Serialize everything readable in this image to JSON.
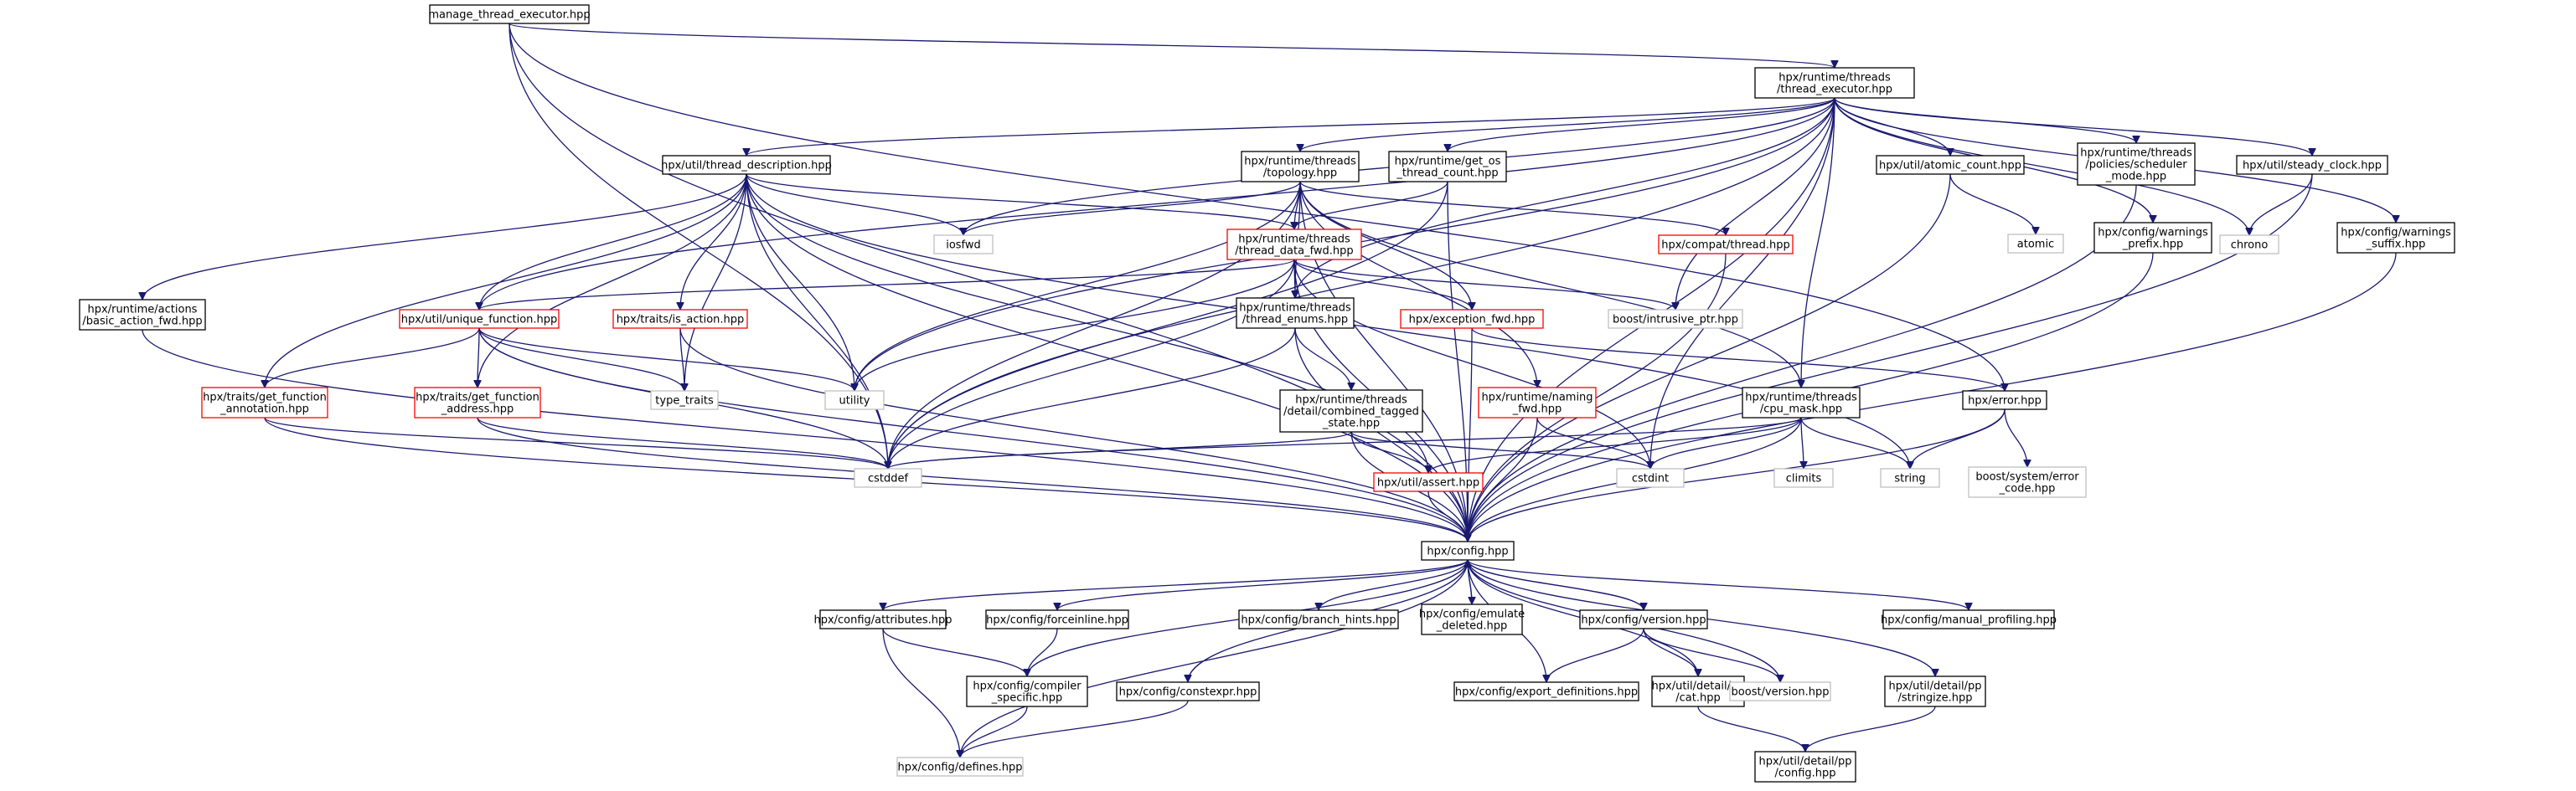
{
  "graph": {
    "nodes": [
      {
        "id": "root",
        "lines": [
          "manage_thread_executor.hpp"
        ],
        "style": "root"
      },
      {
        "id": "te",
        "lines": [
          "hpx/runtime/threads",
          "/thread_executor.hpp"
        ],
        "style": "normal"
      },
      {
        "id": "td",
        "lines": [
          "hpx/util/thread_description.hpp"
        ],
        "style": "normal"
      },
      {
        "id": "topo",
        "lines": [
          "hpx/runtime/threads",
          "/topology.hpp"
        ],
        "style": "normal"
      },
      {
        "id": "getos",
        "lines": [
          "hpx/runtime/get_os",
          "_thread_count.hpp"
        ],
        "style": "normal"
      },
      {
        "id": "atomic_count",
        "lines": [
          "hpx/util/atomic_count.hpp"
        ],
        "style": "normal"
      },
      {
        "id": "policies",
        "lines": [
          "hpx/runtime/threads",
          "/policies/scheduler",
          "_mode.hpp"
        ],
        "style": "normal"
      },
      {
        "id": "steady",
        "lines": [
          "hpx/util/steady_clock.hpp"
        ],
        "style": "normal"
      },
      {
        "id": "iosfwd",
        "lines": [
          "iosfwd"
        ],
        "style": "system"
      },
      {
        "id": "tdfwd",
        "lines": [
          "hpx/runtime/threads",
          "/thread_data_fwd.hpp"
        ],
        "style": "truncated"
      },
      {
        "id": "compat",
        "lines": [
          "hpx/compat/thread.hpp"
        ],
        "style": "truncated"
      },
      {
        "id": "atomic",
        "lines": [
          "atomic"
        ],
        "style": "system"
      },
      {
        "id": "wprefix",
        "lines": [
          "hpx/config/warnings",
          "_prefix.hpp"
        ],
        "style": "normal"
      },
      {
        "id": "chrono",
        "lines": [
          "chrono"
        ],
        "style": "system"
      },
      {
        "id": "wsuffix",
        "lines": [
          "hpx/config/warnings",
          "_suffix.hpp"
        ],
        "style": "normal"
      },
      {
        "id": "bafwd",
        "lines": [
          "hpx/runtime/actions",
          "/basic_action_fwd.hpp"
        ],
        "style": "normal"
      },
      {
        "id": "uf",
        "lines": [
          "hpx/util/unique_function.hpp"
        ],
        "style": "truncated"
      },
      {
        "id": "isaction",
        "lines": [
          "hpx/traits/is_action.hpp"
        ],
        "style": "truncated"
      },
      {
        "id": "tenums",
        "lines": [
          "hpx/runtime/threads",
          "/thread_enums.hpp"
        ],
        "style": "normal"
      },
      {
        "id": "excfwd",
        "lines": [
          "hpx/exception_fwd.hpp"
        ],
        "style": "truncated"
      },
      {
        "id": "intrusive",
        "lines": [
          "boost/intrusive_ptr.hpp"
        ],
        "style": "system"
      },
      {
        "id": "gfa",
        "lines": [
          "hpx/traits/get_function",
          "_annotation.hpp"
        ],
        "style": "truncated"
      },
      {
        "id": "gfad",
        "lines": [
          "hpx/traits/get_function",
          "_address.hpp"
        ],
        "style": "truncated"
      },
      {
        "id": "typetraits",
        "lines": [
          "type_traits"
        ],
        "style": "system"
      },
      {
        "id": "utility",
        "lines": [
          "utility"
        ],
        "style": "system"
      },
      {
        "id": "cts",
        "lines": [
          "hpx/runtime/threads",
          "/detail/combined_tagged",
          "_state.hpp"
        ],
        "style": "normal"
      },
      {
        "id": "naming",
        "lines": [
          "hpx/runtime/naming",
          "_fwd.hpp"
        ],
        "style": "truncated"
      },
      {
        "id": "cpumask",
        "lines": [
          "hpx/runtime/threads",
          "/cpu_mask.hpp"
        ],
        "style": "normal"
      },
      {
        "id": "error",
        "lines": [
          "hpx/error.hpp"
        ],
        "style": "normal"
      },
      {
        "id": "cstddef",
        "lines": [
          "cstddef"
        ],
        "style": "system"
      },
      {
        "id": "assert",
        "lines": [
          "hpx/util/assert.hpp"
        ],
        "style": "truncated"
      },
      {
        "id": "cstdint",
        "lines": [
          "cstdint"
        ],
        "style": "system"
      },
      {
        "id": "climits",
        "lines": [
          "climits"
        ],
        "style": "system"
      },
      {
        "id": "string",
        "lines": [
          "string"
        ],
        "style": "system"
      },
      {
        "id": "errcode",
        "lines": [
          "boost/system/error",
          "_code.hpp"
        ],
        "style": "system"
      },
      {
        "id": "config",
        "lines": [
          "hpx/config.hpp"
        ],
        "style": "normal"
      },
      {
        "id": "attributes",
        "lines": [
          "hpx/config/attributes.hpp"
        ],
        "style": "normal"
      },
      {
        "id": "forceinline",
        "lines": [
          "hpx/config/forceinline.hpp"
        ],
        "style": "normal"
      },
      {
        "id": "branch",
        "lines": [
          "hpx/config/branch_hints.hpp"
        ],
        "style": "normal"
      },
      {
        "id": "emulate",
        "lines": [
          "hpx/config/emulate",
          "_deleted.hpp"
        ],
        "style": "normal"
      },
      {
        "id": "version",
        "lines": [
          "hpx/config/version.hpp"
        ],
        "style": "normal"
      },
      {
        "id": "manual",
        "lines": [
          "hpx/config/manual_profiling.hpp"
        ],
        "style": "normal"
      },
      {
        "id": "compiler",
        "lines": [
          "hpx/config/compiler",
          "_specific.hpp"
        ],
        "style": "normal"
      },
      {
        "id": "constexpr",
        "lines": [
          "hpx/config/constexpr.hpp"
        ],
        "style": "normal"
      },
      {
        "id": "exportdef",
        "lines": [
          "hpx/config/export_definitions.hpp"
        ],
        "style": "normal"
      },
      {
        "id": "cat",
        "lines": [
          "hpx/util/detail/pp",
          "/cat.hpp"
        ],
        "style": "normal"
      },
      {
        "id": "boostver",
        "lines": [
          "boost/version.hpp"
        ],
        "style": "system"
      },
      {
        "id": "stringize",
        "lines": [
          "hpx/util/detail/pp",
          "/stringize.hpp"
        ],
        "style": "normal"
      },
      {
        "id": "defines",
        "lines": [
          "hpx/config/defines.hpp"
        ],
        "style": "system"
      },
      {
        "id": "ppconfig",
        "lines": [
          "hpx/util/detail/pp",
          "/config.hpp"
        ],
        "style": "normal"
      }
    ],
    "edges": [
      [
        "root",
        "te"
      ],
      [
        "root",
        "error"
      ],
      [
        "root",
        "cstddef"
      ],
      [
        "root",
        "config"
      ],
      [
        "te",
        "td"
      ],
      [
        "te",
        "topo"
      ],
      [
        "te",
        "getos"
      ],
      [
        "te",
        "atomic_count"
      ],
      [
        "te",
        "policies"
      ],
      [
        "te",
        "steady"
      ],
      [
        "te",
        "chrono"
      ],
      [
        "te",
        "wprefix"
      ],
      [
        "te",
        "wsuffix"
      ],
      [
        "te",
        "iosfwd"
      ],
      [
        "te",
        "utility"
      ],
      [
        "te",
        "cstddef"
      ],
      [
        "te",
        "cstdint"
      ],
      [
        "te",
        "intrusive"
      ],
      [
        "te",
        "tenums"
      ],
      [
        "te",
        "cpumask"
      ],
      [
        "te",
        "uf"
      ],
      [
        "te",
        "config"
      ],
      [
        "td",
        "iosfwd"
      ],
      [
        "td",
        "tdfwd"
      ],
      [
        "td",
        "bafwd"
      ],
      [
        "td",
        "uf"
      ],
      [
        "td",
        "isaction"
      ],
      [
        "td",
        "gfa"
      ],
      [
        "td",
        "gfad"
      ],
      [
        "td",
        "typetraits"
      ],
      [
        "td",
        "utility"
      ],
      [
        "td",
        "cstddef"
      ],
      [
        "td",
        "string"
      ],
      [
        "td",
        "assert"
      ],
      [
        "td",
        "config"
      ],
      [
        "topo",
        "iosfwd"
      ],
      [
        "topo",
        "tdfwd"
      ],
      [
        "topo",
        "tenums"
      ],
      [
        "topo",
        "excfwd"
      ],
      [
        "topo",
        "compat"
      ],
      [
        "topo",
        "cpumask"
      ],
      [
        "topo",
        "naming"
      ],
      [
        "topo",
        "utility"
      ],
      [
        "topo",
        "cstddef"
      ],
      [
        "topo",
        "config"
      ],
      [
        "getos",
        "tdfwd"
      ],
      [
        "getos",
        "cstddef"
      ],
      [
        "getos",
        "config"
      ],
      [
        "atomic_count",
        "atomic"
      ],
      [
        "atomic_count",
        "config"
      ],
      [
        "steady",
        "chrono"
      ],
      [
        "steady",
        "config"
      ],
      [
        "wprefix",
        "config"
      ],
      [
        "wsuffix",
        "config"
      ],
      [
        "policies",
        "config"
      ],
      [
        "compat",
        "config"
      ],
      [
        "tdfwd",
        "uf"
      ],
      [
        "tdfwd",
        "tenums"
      ],
      [
        "tdfwd",
        "excfwd"
      ],
      [
        "tdfwd",
        "intrusive"
      ],
      [
        "tdfwd",
        "utility"
      ],
      [
        "tdfwd",
        "cstddef"
      ],
      [
        "tdfwd",
        "cstdint"
      ],
      [
        "tdfwd",
        "config"
      ],
      [
        "bafwd",
        "config"
      ],
      [
        "uf",
        "gfa"
      ],
      [
        "uf",
        "gfad"
      ],
      [
        "uf",
        "typetraits"
      ],
      [
        "uf",
        "utility"
      ],
      [
        "uf",
        "cstddef"
      ],
      [
        "uf",
        "config"
      ],
      [
        "isaction",
        "typetraits"
      ],
      [
        "isaction",
        "config"
      ],
      [
        "tenums",
        "cts"
      ],
      [
        "tenums",
        "cstddef"
      ],
      [
        "tenums",
        "config"
      ],
      [
        "excfwd",
        "error"
      ],
      [
        "excfwd",
        "config"
      ],
      [
        "gfa",
        "cstddef"
      ],
      [
        "gfa",
        "config"
      ],
      [
        "gfad",
        "cstddef"
      ],
      [
        "gfad",
        "config"
      ],
      [
        "cts",
        "assert"
      ],
      [
        "cts",
        "cstddef"
      ],
      [
        "cts",
        "cstdint"
      ],
      [
        "cts",
        "config"
      ],
      [
        "naming",
        "cstdint"
      ],
      [
        "naming",
        "config"
      ],
      [
        "cpumask",
        "cstddef"
      ],
      [
        "cpumask",
        "cstdint"
      ],
      [
        "cpumask",
        "climits"
      ],
      [
        "cpumask",
        "string"
      ],
      [
        "cpumask",
        "assert"
      ],
      [
        "cpumask",
        "config"
      ],
      [
        "error",
        "string"
      ],
      [
        "error",
        "errcode"
      ],
      [
        "error",
        "config"
      ],
      [
        "assert",
        "config"
      ],
      [
        "config",
        "attributes"
      ],
      [
        "config",
        "forceinline"
      ],
      [
        "config",
        "branch"
      ],
      [
        "config",
        "emulate"
      ],
      [
        "config",
        "version"
      ],
      [
        "config",
        "manual"
      ],
      [
        "config",
        "compiler"
      ],
      [
        "config",
        "constexpr"
      ],
      [
        "config",
        "exportdef"
      ],
      [
        "config",
        "cat"
      ],
      [
        "config",
        "boostver"
      ],
      [
        "config",
        "stringize"
      ],
      [
        "config",
        "defines"
      ],
      [
        "attributes",
        "compiler"
      ],
      [
        "attributes",
        "defines"
      ],
      [
        "forceinline",
        "compiler"
      ],
      [
        "compiler",
        "defines"
      ],
      [
        "constexpr",
        "defines"
      ],
      [
        "emulate",
        "config"
      ],
      [
        "version",
        "exportdef"
      ],
      [
        "version",
        "cat"
      ],
      [
        "version",
        "boostver"
      ],
      [
        "version",
        "config"
      ],
      [
        "cat",
        "ppconfig"
      ],
      [
        "stringize",
        "ppconfig"
      ]
    ],
    "colors": {
      "edge": "#191970",
      "normal_border": "#000000",
      "truncated_border": "#ff0000",
      "system_border": "#bfbfbf",
      "root_fill": "#bfbfbf",
      "text": "#000000"
    }
  }
}
